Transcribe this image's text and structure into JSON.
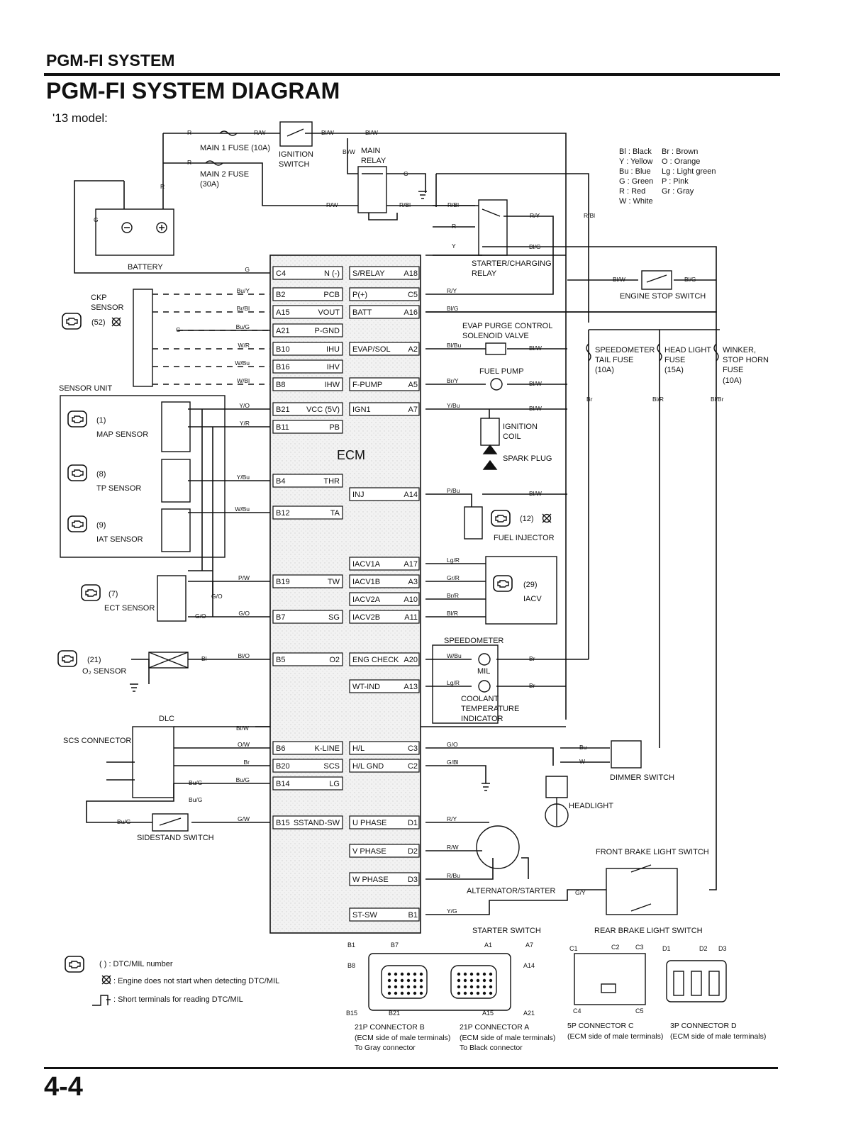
{
  "header": {
    "section_title": "PGM-FI SYSTEM",
    "page_title": "PGM-FI SYSTEM DIAGRAM",
    "model": "'13 model:"
  },
  "page_number": "4-4",
  "color_legend": [
    {
      "code": "Bl : Black",
      "code2": "Br : Brown"
    },
    {
      "code": "Y : Yellow",
      "code2": "O : Orange"
    },
    {
      "code": "Bu : Blue",
      "code2": "Lg : Light green"
    },
    {
      "code": "G : Green",
      "code2": "P : Pink"
    },
    {
      "code": "R : Red",
      "code2": "Gr : Gray"
    },
    {
      "code": "W : White",
      "code2": ""
    }
  ],
  "ecm": {
    "label": "ECM",
    "left_pins": [
      {
        "pin": "C4",
        "name": "N (-)",
        "wire": "G"
      },
      {
        "pin": "B2",
        "name": "PCB",
        "wire": "Bu/Y"
      },
      {
        "pin": "A15",
        "name": "VOUT",
        "wire": "Br/Bl"
      },
      {
        "pin": "A21",
        "name": "P-GND",
        "wire": "Bu/G"
      },
      {
        "pin": "B10",
        "name": "IHU",
        "wire": "W/R"
      },
      {
        "pin": "B16",
        "name": "IHV",
        "wire": "W/Bu"
      },
      {
        "pin": "B8",
        "name": "IHW",
        "wire": "W/Bl"
      },
      {
        "pin": "B21",
        "name": "VCC (5V)",
        "wire": "Y/O"
      },
      {
        "pin": "B11",
        "name": "PB",
        "wire": "Y/R"
      },
      {
        "pin": "B4",
        "name": "THR",
        "wire": "Y/Bu"
      },
      {
        "pin": "B12",
        "name": "TA",
        "wire": "W/Bu"
      },
      {
        "pin": "B19",
        "name": "TW",
        "wire": "P/W"
      },
      {
        "pin": "B7",
        "name": "SG",
        "wire": "G/O"
      },
      {
        "pin": "B5",
        "name": "O2",
        "wire": "Bl/O"
      },
      {
        "pin": "B6",
        "name": "K-LINE",
        "wire": "O/W"
      },
      {
        "pin": "B20",
        "name": "SCS",
        "wire": "Br"
      },
      {
        "pin": "B14",
        "name": "LG",
        "wire": "Bu/G"
      },
      {
        "pin": "B15",
        "name": "SSTAND-SW",
        "wire": "G/W"
      }
    ],
    "right_pins": [
      {
        "pin": "A18",
        "name": "S/RELAY",
        "wire": ""
      },
      {
        "pin": "C5",
        "name": "P(+)",
        "wire": "R/Y"
      },
      {
        "pin": "A16",
        "name": "BATT",
        "wire": "Bl/G"
      },
      {
        "pin": "A2",
        "name": "EVAP/SOL",
        "wire": "Bl/Bu"
      },
      {
        "pin": "A5",
        "name": "F-PUMP",
        "wire": "Br/Y"
      },
      {
        "pin": "A7",
        "name": "IGN1",
        "wire": "Y/Bu"
      },
      {
        "pin": "A14",
        "name": "INJ",
        "wire": "P/Bu"
      },
      {
        "pin": "A17",
        "name": "IACV1A",
        "wire": "Lg/R"
      },
      {
        "pin": "A3",
        "name": "IACV1B",
        "wire": "Gr/R"
      },
      {
        "pin": "A10",
        "name": "IACV2A",
        "wire": "Br/R"
      },
      {
        "pin": "A11",
        "name": "IACV2B",
        "wire": "Bl/R"
      },
      {
        "pin": "A20",
        "name": "ENG CHECK",
        "wire": "W/Bu"
      },
      {
        "pin": "A13",
        "name": "WT-IND",
        "wire": "Lg/R"
      },
      {
        "pin": "C3",
        "name": "H/L",
        "wire": "G/O"
      },
      {
        "pin": "C2",
        "name": "H/L GND",
        "wire": "G/Bl"
      },
      {
        "pin": "D1",
        "name": "U PHASE",
        "wire": "R/Y"
      },
      {
        "pin": "D2",
        "name": "V PHASE",
        "wire": "R/W"
      },
      {
        "pin": "D3",
        "name": "W PHASE",
        "wire": "R/Bu"
      },
      {
        "pin": "B1",
        "name": "ST-SW",
        "wire": "Y/G"
      }
    ]
  },
  "components": {
    "main1_fuse": "MAIN 1 FUSE (10A)",
    "main2_fuse_a": "MAIN 2 FUSE",
    "main2_fuse_b": "(30A)",
    "ignition_a": "IGNITION",
    "ignition_b": "SWITCH",
    "main_relay_a": "MAIN",
    "main_relay_b": "RELAY",
    "battery": "BATTERY",
    "starter_relay_a": "STARTER/CHARGING",
    "starter_relay_b": "RELAY",
    "engine_stop": "ENGINE STOP SWITCH",
    "ckp_a": "CKP",
    "ckp_b": "SENSOR",
    "ckp_dtc": "(52)",
    "sensor_unit": "SENSOR UNIT",
    "map_dtc": "(1)",
    "map": "MAP SENSOR",
    "tp_dtc": "(8)",
    "tp": "TP SENSOR",
    "iat_dtc": "(9)",
    "iat": "IAT SENSOR",
    "ect_dtc": "(7)",
    "ect": "ECT SENSOR",
    "o2_dtc": "(21)",
    "o2": "O₂ SENSOR",
    "dlc": "DLC",
    "scs": "SCS CONNECTOR",
    "sidestand": "SIDESTAND SWITCH",
    "evap_a": "EVAP PURGE CONTROL",
    "evap_b": "SOLENOID VALVE",
    "fuel_pump": "FUEL PUMP",
    "ign_coil_a": "IGNITION",
    "ign_coil_b": "COIL",
    "spark_plug": "SPARK PLUG",
    "injector_dtc": "(12)",
    "injector": "FUEL INJECTOR",
    "iacv_dtc": "(29)",
    "iacv": "IACV",
    "speedometer": "SPEEDOMETER",
    "mil": "MIL",
    "coolant_a": "COOLANT",
    "coolant_b": "TEMPERATURE",
    "coolant_c": "INDICATOR",
    "speedo_fuse_a": "SPEEDOMETER",
    "speedo_fuse_b": "TAIL FUSE",
    "speedo_fuse_c": "(10A)",
    "head_fuse_a": "HEAD LIGHT",
    "head_fuse_b": "FUSE",
    "head_fuse_c": "(15A)",
    "winker_fuse_a": "WINKER,",
    "winker_fuse_b": "STOP HORN",
    "winker_fuse_c": "FUSE",
    "winker_fuse_d": "(10A)",
    "dimmer": "DIMMER SWITCH",
    "headlight": "HEADLIGHT",
    "front_brake": "FRONT BRAKE LIGHT SWITCH",
    "rear_brake": "REAR BRAKE LIGHT SWITCH",
    "alternator": "ALTERNATOR/STARTER",
    "starter_switch": "STARTER SWITCH"
  },
  "wires": {
    "r1": "R",
    "rw1": "R/W",
    "bw1": "Bl/W",
    "bw2": "Bl/W",
    "bw3": "Bl/W",
    "r2": "R",
    "r3": "R",
    "g_batt": "G",
    "g_relay": "G",
    "rw2": "R/W",
    "rbl1": "R/Bl",
    "rbl2": "R/Bl",
    "r_relay": "R",
    "y_relay": "Y",
    "ry_relay": "R/Y",
    "blg_relay": "Bl/G",
    "rbl_right": "R/Bl",
    "bw_stop": "Bl/W",
    "blg_stop": "Bl/G",
    "g_ckp": "G",
    "bw_evap": "Bl/W",
    "bw_pump": "Bl/W",
    "bw_coil": "Bl/W",
    "bw_inj": "Bl/W",
    "br_left": "Br",
    "blr_fuse": "Bl/R",
    "blbr_fuse": "Bl/Br",
    "go_ect": "G/O",
    "go_ect2": "G/O",
    "bl_o2": "Bl",
    "bw_dlc": "Bl/W",
    "bug_dlc": "Bu/G",
    "bug_dlc2": "Bu/G",
    "bug_side": "Bu/G",
    "br_mil": "Br",
    "br_wt": "Br",
    "bu_dim": "Bu",
    "w_dim": "W",
    "gy_brake": "G/Y"
  },
  "connector_legend": {
    "dtc_number": "(  ) : DTC/MIL number",
    "no_start": ": Engine does not start when detecting DTC/MIL",
    "short": ": Short terminals for reading DTC/MIL"
  },
  "connectors": [
    {
      "title": "21P CONNECTOR B",
      "line2": "(ECM side of male terminals)",
      "line3": "To Gray connector",
      "pins": [
        "B1",
        "B7",
        "B8",
        "B15",
        "B21"
      ]
    },
    {
      "title": "21P CONNECTOR A",
      "line2": "(ECM side of male terminals)",
      "line3": "To Black connector",
      "pins": [
        "A1",
        "A7",
        "A14",
        "A15",
        "A21"
      ]
    },
    {
      "title": "5P CONNECTOR C",
      "line2": "(ECM side of male terminals)",
      "line3": "",
      "pins": [
        "C1",
        "C2",
        "C3",
        "C4",
        "C5"
      ]
    },
    {
      "title": "3P CONNECTOR D",
      "line2": "(ECM side of male terminals)",
      "line3": "",
      "pins": [
        "D1",
        "D2",
        "D3"
      ]
    }
  ]
}
